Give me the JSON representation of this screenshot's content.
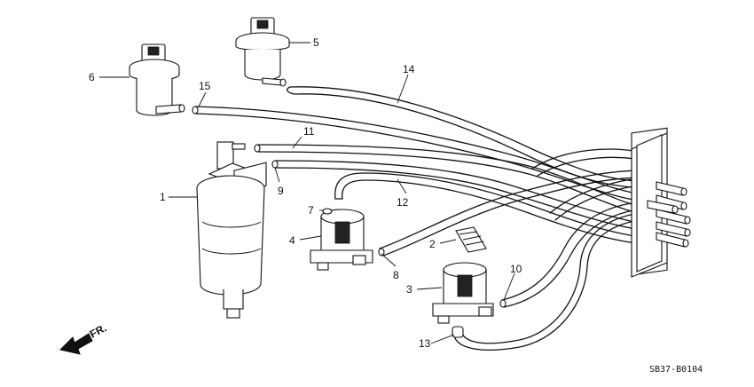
{
  "callouts": [
    "1",
    "2",
    "3",
    "4",
    "5",
    "6",
    "7",
    "8",
    "9",
    "10",
    "11",
    "12",
    "13",
    "14",
    "15"
  ],
  "front_arrow": {
    "label": "FR."
  },
  "diagram_code": "SB37-B0104"
}
